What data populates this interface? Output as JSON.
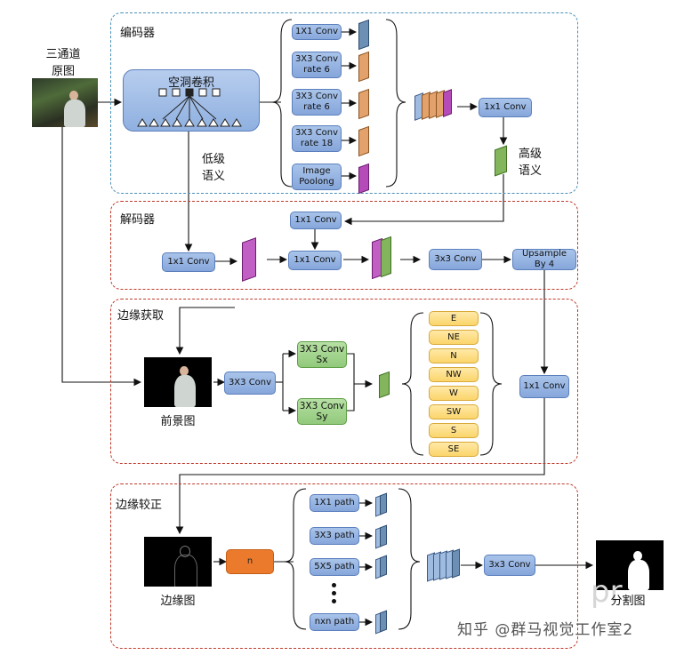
{
  "input": {
    "label_line1": "三通道",
    "label_line2": "原图"
  },
  "encoder": {
    "title": "编码器",
    "atrous_title": "空洞卷积",
    "low_level_line1": "低级",
    "low_level_line2": "语义",
    "branches": [
      "1X1 Conv",
      "3X3 Conv\nrate 6",
      "3X3 Conv\nrate 6",
      "3X3 Conv\nrate 18",
      "Image\nPoolong"
    ],
    "post_conv": "1x1 Conv",
    "high_level_line1": "高级",
    "high_level_line2": "语义"
  },
  "decoder": {
    "title": "解码器",
    "top_conv": "1x1 Conv",
    "left_conv": "1x1 Conv",
    "mid_conv": "1x1 Conv",
    "conv3": "3x3 Conv",
    "upsample": "Upsample\nBy 4"
  },
  "edge_extract": {
    "title": "边缘获取",
    "foreground_label": "前景图",
    "conv": "3X3 Conv",
    "sx": "3X3 Conv\nSx",
    "sy": "3X3 Conv\nSy",
    "directions": [
      "E",
      "NE",
      "N",
      "NW",
      "W",
      "SW",
      "S",
      "SE"
    ],
    "right_conv": "1x1 Conv"
  },
  "edge_refine": {
    "title": "边缘较正",
    "edge_label": "边缘图",
    "n_box": "n",
    "paths": [
      "1X1 path",
      "3X3 path",
      "5X5 path",
      "nxn path"
    ],
    "conv": "3x3 Conv",
    "seg_label": "分割图"
  },
  "watermark": "知乎 @群马视觉工作室2",
  "colors": {
    "panel_blue": "#4a90b8",
    "panel_red": "#c0392b",
    "box_blue": "#94b2e2",
    "box_green": "#a3d68e",
    "box_yellow": "#fde08a",
    "box_orange": "#ec7a2c"
  }
}
